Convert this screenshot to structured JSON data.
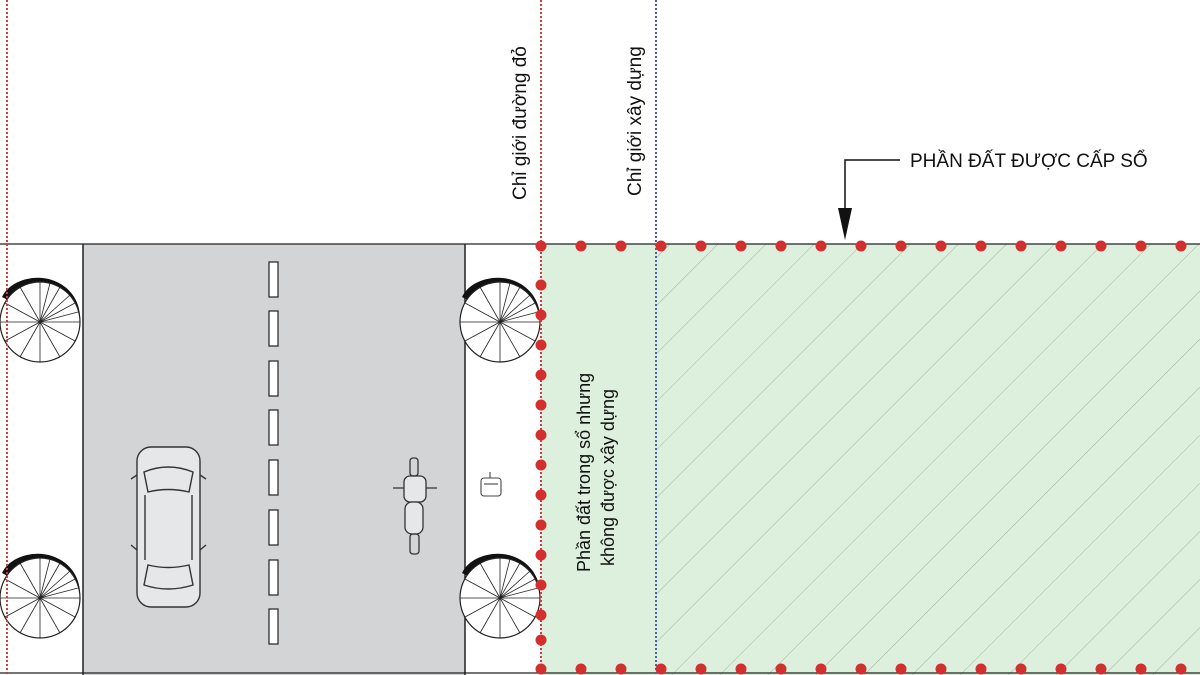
{
  "labels": {
    "red_boundary": "Chỉ giới đường đỏ",
    "build_boundary": "Chỉ giới xây dựng",
    "titled_land": "PHẦN ĐẤT ĐƯỢC CẤP SỔ",
    "setback_line1": "Phần đất trong sổ nhưng",
    "setback_line2": "không được xây dựng"
  },
  "colors": {
    "red_line": "#d33a3a",
    "blue_line": "#4a63a8",
    "road": "#d3d4d6",
    "land_fill": "#ddf0dd",
    "dots": "#d32f2f",
    "hatch": "#9bb59b"
  },
  "icons": {
    "trees": "tree-icon",
    "car": "car-icon",
    "motorbike": "motorbike-icon",
    "arrow": "arrow-down-icon"
  }
}
